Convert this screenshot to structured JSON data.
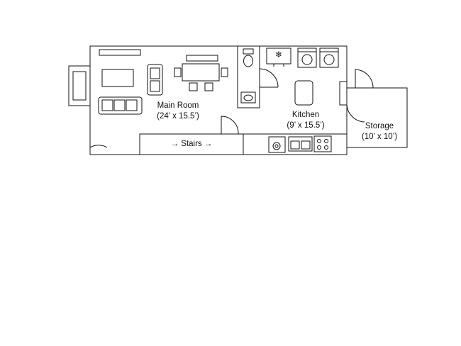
{
  "rooms": {
    "main_room": {
      "name": "Main Room",
      "dimensions": "(24’ x 15.5’)"
    },
    "kitchen": {
      "name": "Kitchen",
      "dimensions": "(9’ x 15.5’)"
    },
    "storage": {
      "name": "Storage",
      "dimensions": "(10’ x 10’)"
    }
  },
  "stairs": {
    "label": "→ Stairs →"
  },
  "icons": {
    "freezer": "snowflake-icon",
    "washer": "washer-icon",
    "dryer": "dryer-icon",
    "dishwasher": "dishwasher-icon",
    "sink": "sink-icon",
    "stove": "stove-icon"
  },
  "colors": {
    "line": "#111111",
    "background": "#ffffff"
  }
}
